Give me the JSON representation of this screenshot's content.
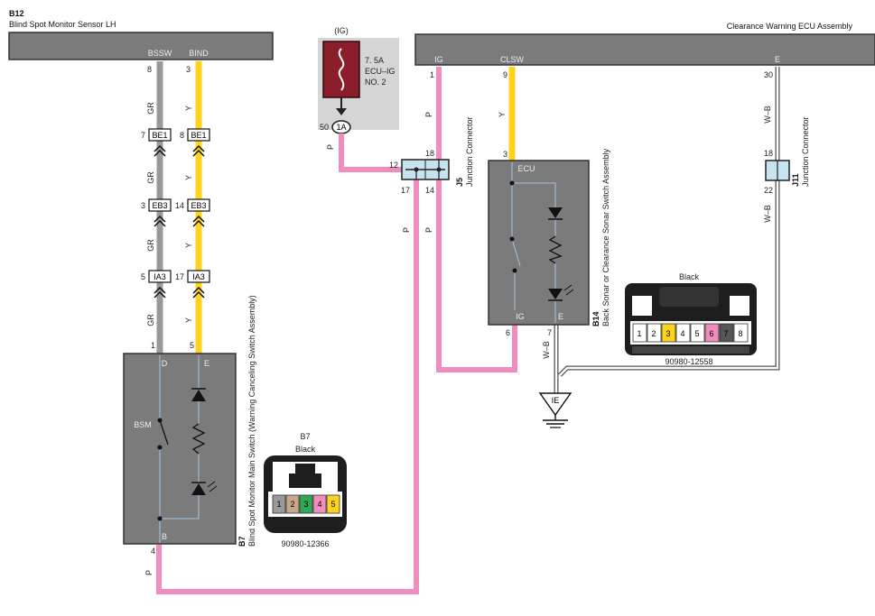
{
  "components": {
    "b12": {
      "code": "B12",
      "name": "Blind Spot Monitor Sensor LH",
      "terminals": [
        "BSSW",
        "BIND"
      ],
      "pins": [
        "8",
        "3"
      ]
    },
    "ecu": {
      "name": "Clearance Warning ECU Assembly",
      "terminals": [
        "IG",
        "CLSW",
        "E"
      ],
      "pins": [
        "1",
        "9",
        "30"
      ]
    },
    "fuse": {
      "supply": "(IG)",
      "rating": "7. 5A",
      "name_line1": "ECU–IG",
      "name_line2": "NO. 2",
      "pin": "50",
      "connector": "1A"
    },
    "j5": {
      "code": "J5",
      "name": "Junction Connector",
      "pins": [
        "18",
        "12",
        "17",
        "14"
      ]
    },
    "j11": {
      "code": "J11",
      "name": "Junction Connector",
      "pins": [
        "18",
        "22"
      ]
    },
    "b14": {
      "code": "B14",
      "name": "Back Sonar or Clearance Sonar Switch Assembly",
      "terminals": [
        "ECU",
        "IG",
        "E"
      ],
      "pins": [
        "3",
        "6",
        "7"
      ]
    },
    "b7": {
      "code": "B7",
      "name": "Blind Spot Monitor Main Switch (Warning Canceling Switch Assembly)",
      "terminals": [
        "D",
        "E",
        "BSM",
        "B"
      ],
      "pins": [
        "1",
        "5",
        "4"
      ]
    },
    "ground": {
      "label": "IE"
    }
  },
  "inline_connectors": [
    {
      "name": "BE1",
      "left_pin": "7",
      "right_pin": "8"
    },
    {
      "name": "EB3",
      "left_pin": "3",
      "right_pin": "14"
    },
    {
      "name": "IA3",
      "left_pin": "5",
      "right_pin": "17"
    }
  ],
  "wire_colors": {
    "gr": "GR",
    "y": "Y",
    "p": "P",
    "wb": "W–B",
    "hex": {
      "GR": "#999999",
      "Y": "#ffd21e",
      "P": "#f08cbe",
      "W–B": "#555555",
      "body": "#7b7b7b"
    }
  },
  "connector_b7": {
    "code": "B7",
    "color_label": "Black",
    "part_number": "90980-12366",
    "cavities": [
      "1",
      "2",
      "3",
      "4",
      "5"
    ],
    "cavity_colors": [
      "#9a9a9a",
      "#c8a88a",
      "#2eaa55",
      "#f08cbe",
      "#ffd21e"
    ]
  },
  "connector_b14": {
    "color_label": "Black",
    "part_number": "90980-12558",
    "cavities": [
      "1",
      "2",
      "3",
      "4",
      "5",
      "6",
      "7",
      "8"
    ],
    "cavity_colors": [
      "#ffffff",
      "#ffffff",
      "#ffd21e",
      "#ffffff",
      "#ffffff",
      "#f08cbe",
      "#555555",
      "#ffffff"
    ]
  }
}
